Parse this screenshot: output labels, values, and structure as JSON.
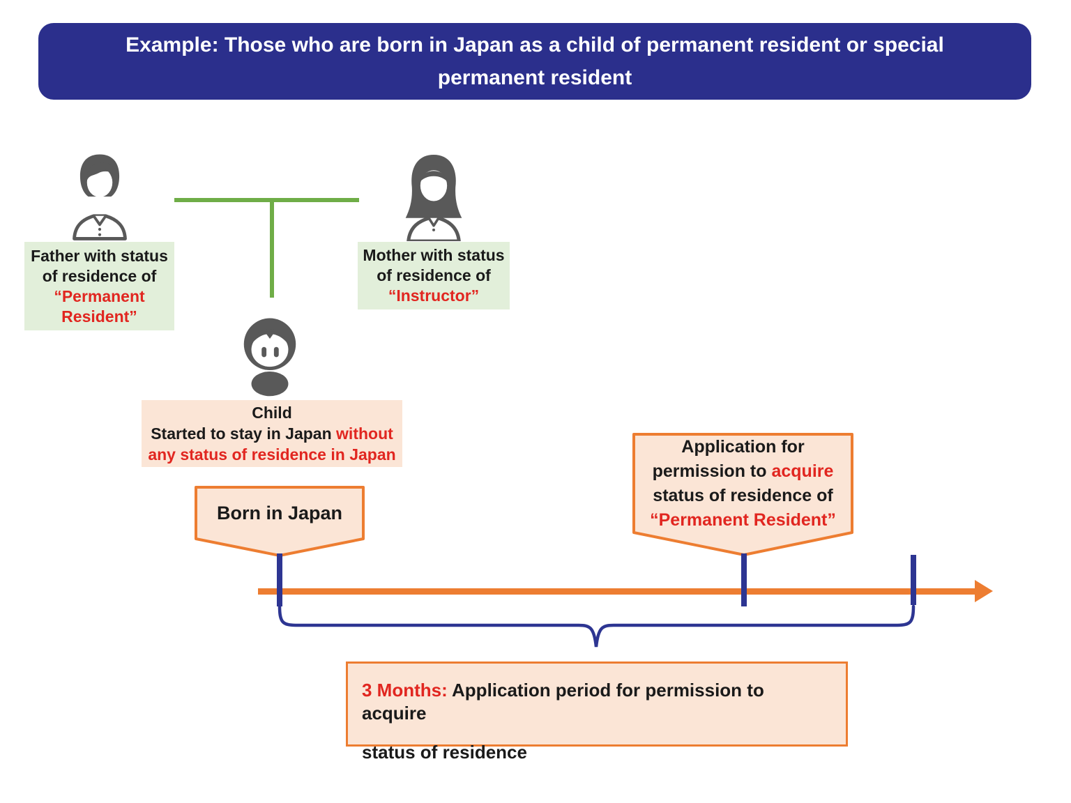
{
  "title": "Example: Those who are born in Japan as a child of permanent resident or special permanent resident",
  "icons": {
    "father": "man-person-icon",
    "mother": "woman-person-icon",
    "child": "baby-icon"
  },
  "colors": {
    "banner_blue": "#2B2F8C",
    "connector_green": "#6FAD47",
    "green_box_bg": "#E2EFDA",
    "peach_box_bg": "#FBE5D6",
    "orange_accent": "#ED7D31",
    "navy_marks": "#2D3592",
    "red_text": "#E12620",
    "icon_gray": "#595959"
  },
  "family": {
    "father_label": {
      "l1": "Father with status",
      "l2": "of residence of",
      "l3": "“Permanent",
      "l4": "Resident”"
    },
    "mother_label": {
      "l1": "Mother with status",
      "l2": "of residence of",
      "l3": "“Instructor”"
    },
    "child_label": {
      "l1": "Child",
      "l2a": "Started to stay in Japan ",
      "l2b": "without",
      "l3": "any status of residence in Japan"
    }
  },
  "timeline": {
    "born_callout": "Born in Japan",
    "application_callout": {
      "l1": "Application for",
      "l2a": "permission to ",
      "l2b": "acquire",
      "l3": "status of residence of",
      "l4": "“Permanent Resident”"
    },
    "period_box": {
      "l1a": "3 Months:",
      "l1b": " Application period for permission to acquire",
      "l2": "status of residence"
    }
  }
}
